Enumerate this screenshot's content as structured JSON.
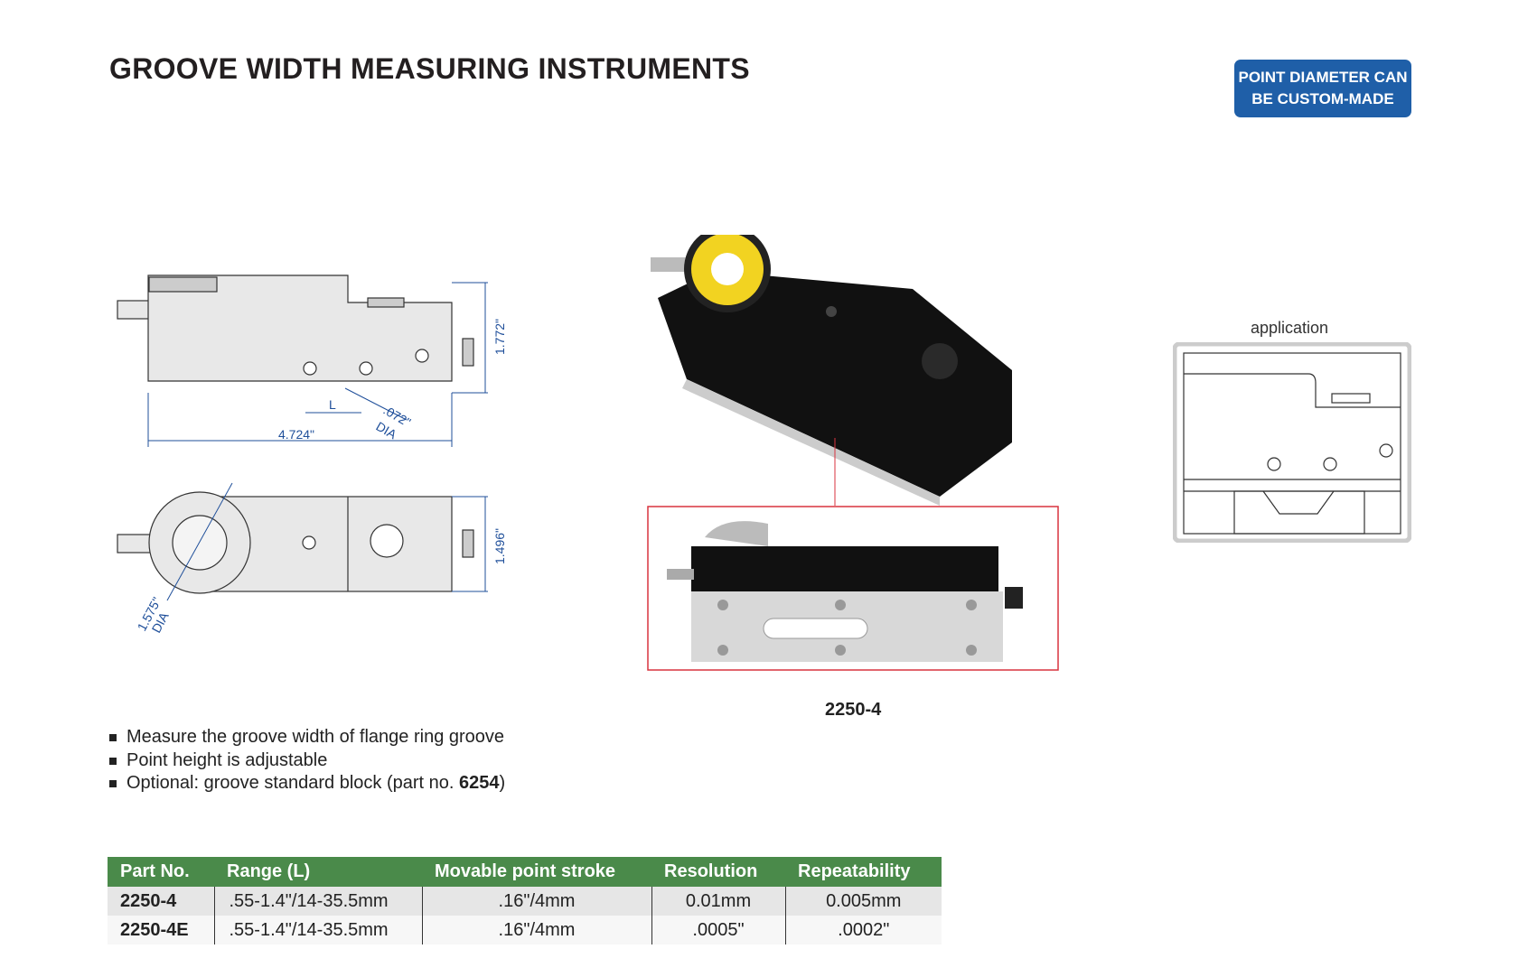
{
  "title": "GROOVE WIDTH MEASURING INSTRUMENTS",
  "badge": {
    "line1": "POINT DIAMETER CAN",
    "line2": "BE CUSTOM-MADE"
  },
  "drawing": {
    "height": "1.772\"",
    "length": "4.724\"",
    "L": "L",
    "point_dia": ".072\"",
    "dia": "DIA",
    "width": "1.496\"",
    "dial_dia": "1.575\""
  },
  "application_label": "application",
  "product_label": "2250-4",
  "bullets": [
    "Measure the groove width of flange ring groove",
    "Point height is adjustable"
  ],
  "bullet3": {
    "text": "Optional: groove standard block (part no. ",
    "part": "6254",
    "close": ")"
  },
  "table": {
    "headers": [
      "Part No.",
      "Range (L)",
      "Movable point stroke",
      "Resolution",
      "Repeatability"
    ],
    "rows": [
      [
        "2250-4",
        ".55-1.4\"/14-35.5mm",
        ".16\"/4mm",
        "0.01mm",
        "0.005mm"
      ],
      [
        "2250-4E",
        ".55-1.4\"/14-35.5mm",
        ".16\"/4mm",
        ".0005\"",
        ".0002\""
      ]
    ]
  },
  "colors": {
    "header_green": "#4a8a4a",
    "badge_blue": "#1f5fa8",
    "frame_red": "#d9333f"
  }
}
